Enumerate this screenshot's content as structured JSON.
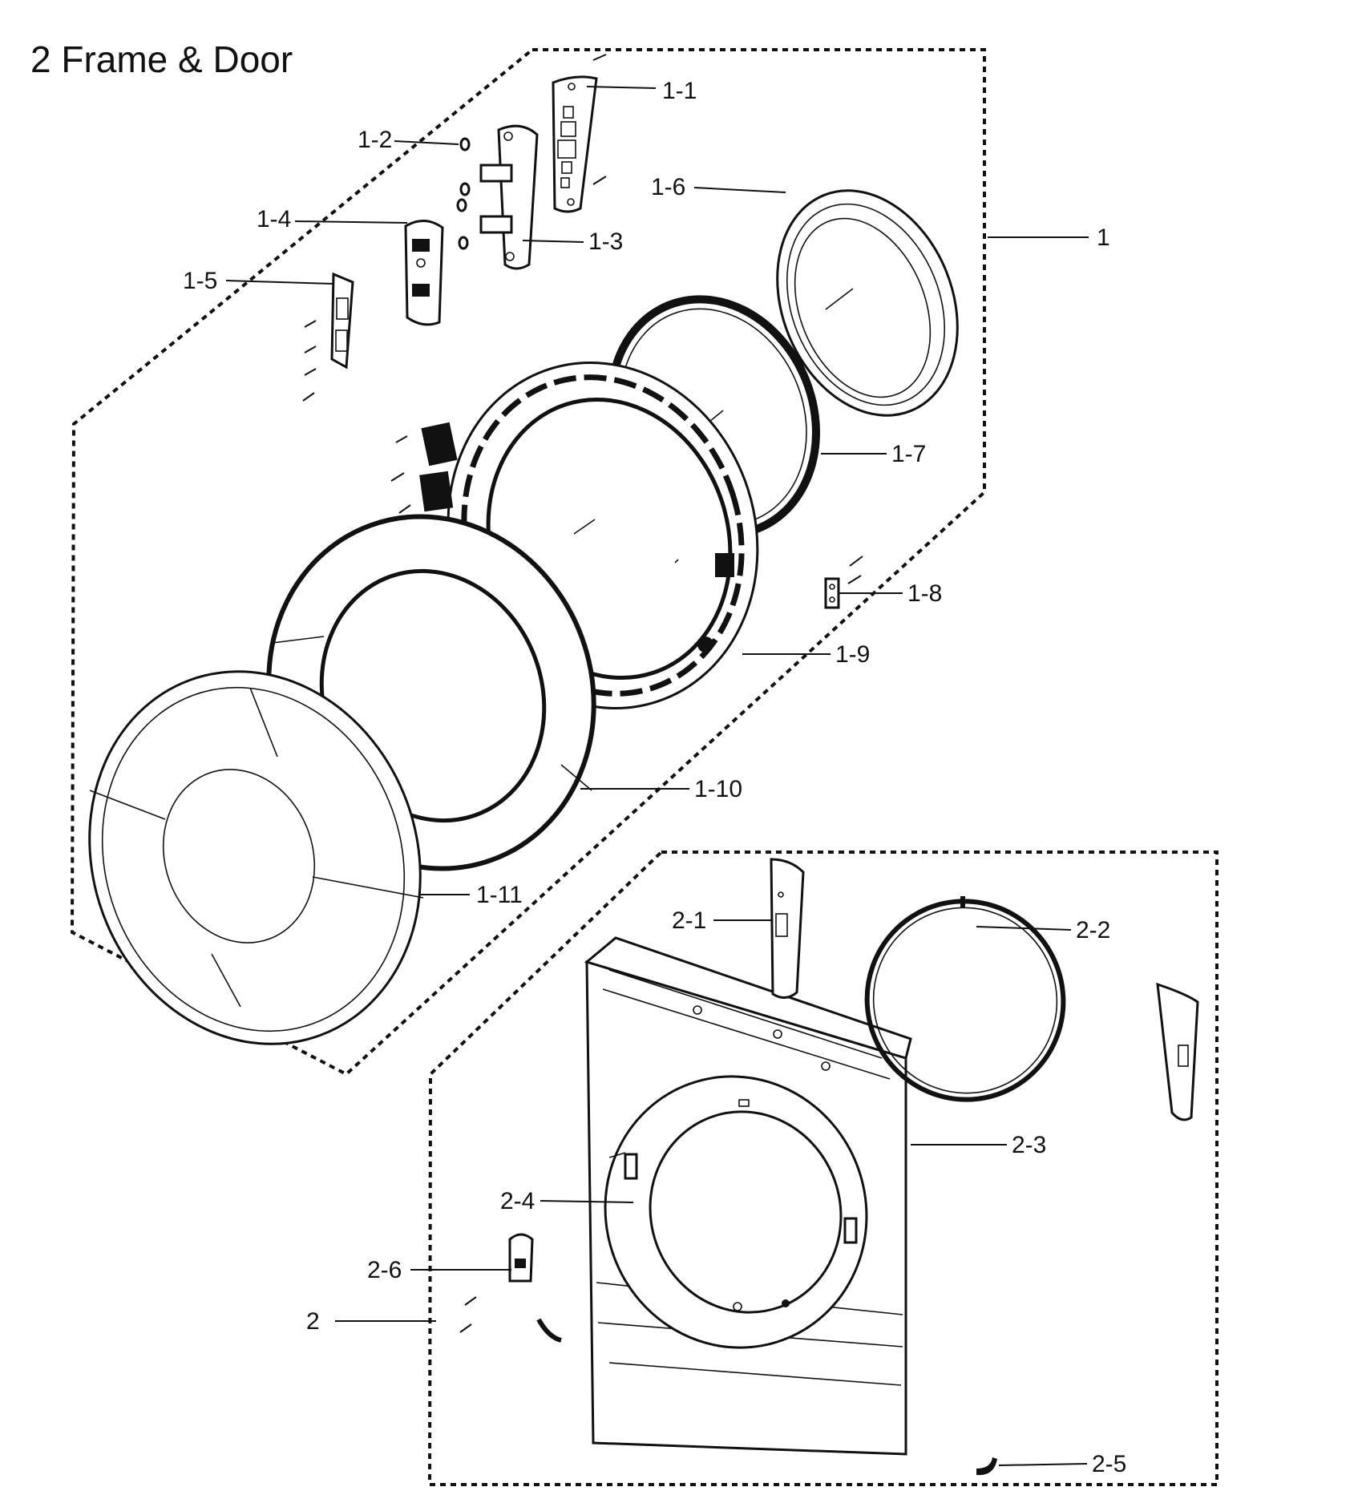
{
  "title": "2 Frame & Door",
  "labels": {
    "l1": "1",
    "l1_1": "1-1",
    "l1_2": "1-2",
    "l1_3": "1-3",
    "l1_4": "1-4",
    "l1_5": "1-5",
    "l1_6": "1-6",
    "l1_7": "1-7",
    "l1_8": "1-8",
    "l1_9": "1-9",
    "l1_10": "1-10",
    "l1_11": "1-11",
    "l2": "2",
    "l2_1": "2-1",
    "l2_2": "2-2",
    "l2_3": "2-3",
    "l2_4": "2-4",
    "l2_5": "2-5",
    "l2_6": "2-6"
  }
}
